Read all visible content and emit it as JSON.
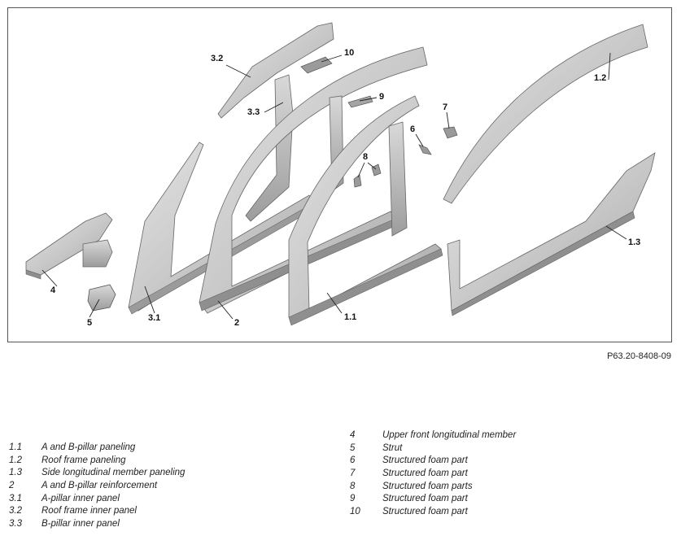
{
  "figure_ref": "P63.20-8408-09",
  "callouts": [
    {
      "id": "c-1-1",
      "text": "1.1"
    },
    {
      "id": "c-1-2",
      "text": "1.2"
    },
    {
      "id": "c-1-3",
      "text": "1.3"
    },
    {
      "id": "c-2",
      "text": "2"
    },
    {
      "id": "c-3-1",
      "text": "3.1"
    },
    {
      "id": "c-3-2",
      "text": "3.2"
    },
    {
      "id": "c-3-3",
      "text": "3.3"
    },
    {
      "id": "c-4",
      "text": "4"
    },
    {
      "id": "c-5",
      "text": "5"
    },
    {
      "id": "c-6",
      "text": "6"
    },
    {
      "id": "c-7",
      "text": "7"
    },
    {
      "id": "c-8",
      "text": "8"
    },
    {
      "id": "c-9",
      "text": "9"
    },
    {
      "id": "c-10",
      "text": "10"
    }
  ],
  "legend_left": [
    {
      "num": "1.1",
      "label": "A and B-pillar paneling"
    },
    {
      "num": "1.2",
      "label": "Roof frame paneling"
    },
    {
      "num": "1.3",
      "label": "Side longitudinal member paneling"
    },
    {
      "num": "2",
      "label": "A and B-pillar reinforcement"
    },
    {
      "num": "3.1",
      "label": "A-pillar inner panel"
    },
    {
      "num": "3.2",
      "label": "Roof frame inner panel"
    },
    {
      "num": "3.3",
      "label": "B-pillar inner panel"
    }
  ],
  "legend_right": [
    {
      "num": "4",
      "label": "Upper front longitudinal member"
    },
    {
      "num": "5",
      "label": "Strut"
    },
    {
      "num": "6",
      "label": "Structured foam part"
    },
    {
      "num": "7",
      "label": "Structured foam part"
    },
    {
      "num": "8",
      "label": "Structured foam parts"
    },
    {
      "num": "9",
      "label": "Structured foam part"
    },
    {
      "num": "10",
      "label": "Structured foam part"
    }
  ]
}
